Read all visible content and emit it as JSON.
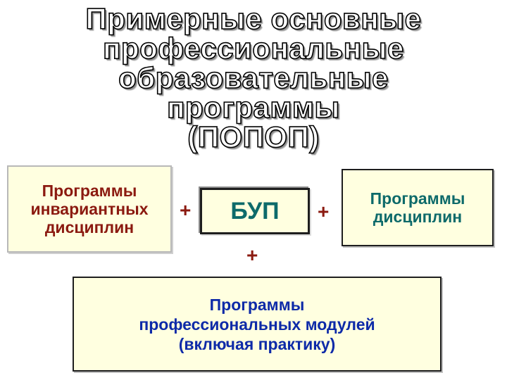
{
  "title": {
    "lines": [
      "Примерные основные",
      "профессиональные",
      "образовательные",
      "программы",
      "(ПОПОП)"
    ]
  },
  "invariant_box": {
    "lines": [
      "Программы",
      "инвариантных",
      "дисциплин"
    ]
  },
  "bup_box": {
    "label": "БУП"
  },
  "disciplines_box": {
    "lines": [
      "Программы",
      "дисциплин"
    ]
  },
  "modules_box": {
    "lines": [
      "Программы",
      "профессиональных модулей",
      "(включая практику)"
    ]
  },
  "operators": {
    "plus_1": "+",
    "plus_2": "+",
    "plus_3": "+"
  },
  "colors": {
    "box_fill": "#ffffe0",
    "invariant_text": "#8b1a10",
    "teal_text": "#0d6a6a",
    "modules_text": "#0d2aa8",
    "plus": "#8b1a10"
  }
}
